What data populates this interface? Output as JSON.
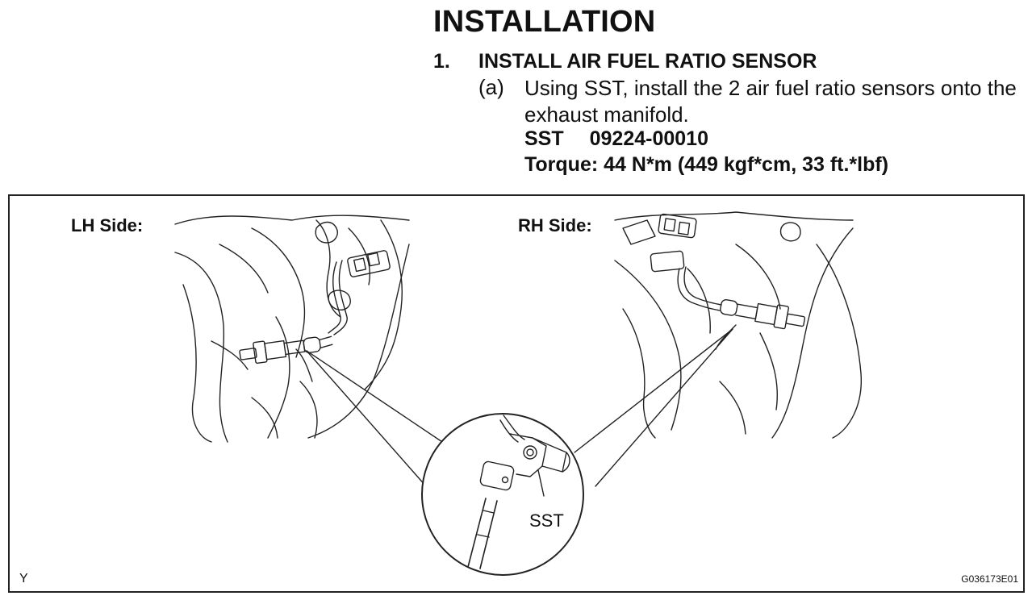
{
  "section_title": "INSTALLATION",
  "step": {
    "number": "1.",
    "title": "INSTALL AIR FUEL RATIO SENSOR",
    "sub_label": "(a)",
    "sub_text": "Using SST, install the 2 air fuel ratio sensors onto the exhaust manifold.",
    "sst_label": "SST",
    "sst_code": "09224-00010",
    "torque": "Torque: 44 N*m (449 kgf*cm, 33 ft.*lbf)"
  },
  "figure": {
    "lh_label": "LH Side:",
    "rh_label": "RH Side:",
    "callout_label": "SST",
    "corner_mark": "Y",
    "figure_code": "G036173E01"
  }
}
